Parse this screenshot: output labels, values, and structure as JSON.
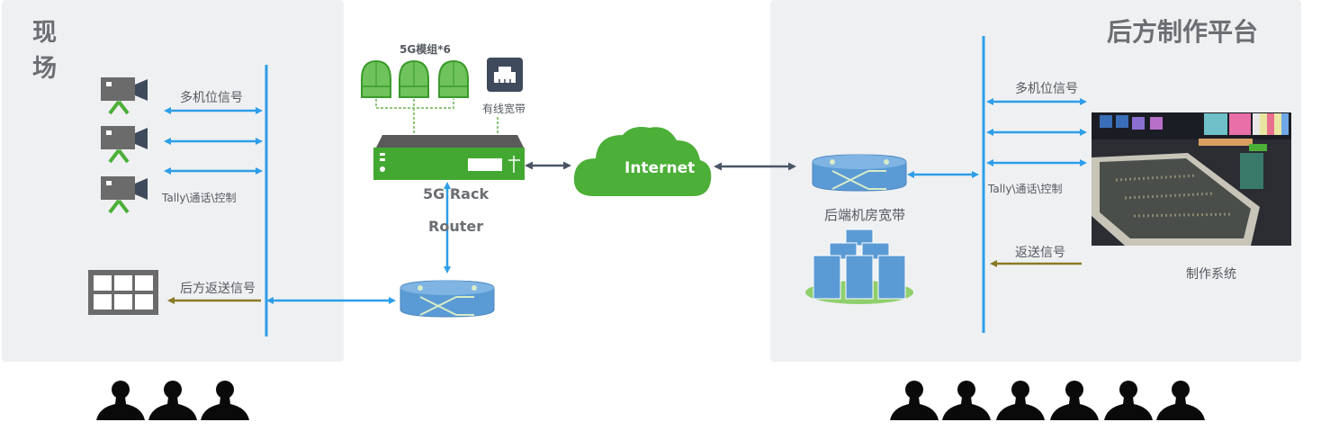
{
  "left_panel": {
    "title": "现场",
    "title_chars": [
      "现",
      "场"
    ],
    "signal_labels": {
      "multi_camera": "多机位信号",
      "tally": "Tally\\通话\\控制",
      "return": "后方返送信号"
    },
    "camera_count": 3,
    "people_count": 3
  },
  "middle": {
    "antenna_label": "5G模组*6",
    "antenna_count": 3,
    "wired_label": "有线宽带",
    "router_label_line1": "5G Rack",
    "router_label_line2": "Router",
    "cloud_label": "Internet"
  },
  "right_panel": {
    "title": "后方制作平台",
    "server_label": "后端机房宽带",
    "signal_labels": {
      "multi_camera": "多机位信号",
      "tally": "Tally\\通话\\控制",
      "return": "返送信号"
    },
    "production_label": "制作系统",
    "people_count": 6
  },
  "colors": {
    "panel_bg": "#eff0f2",
    "signal_blue": "#2d9ee8",
    "return_olive": "#8a7a24",
    "green": "#4caf38",
    "dark_navy": "#3f4a5c",
    "switch_blue": "#5b9bd5",
    "camera_gray": "#6b6b6b"
  }
}
